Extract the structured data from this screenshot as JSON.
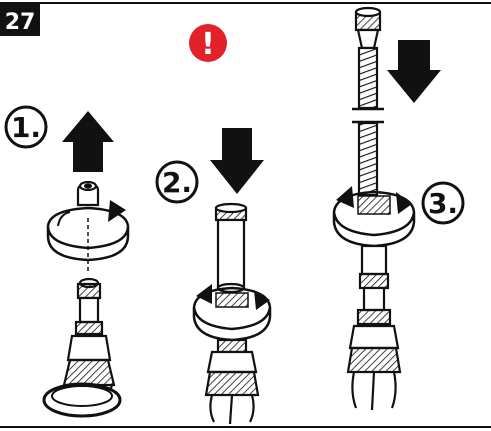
{
  "figure": {
    "number": "27",
    "warning_glyph": "!",
    "colors": {
      "line": "#111111",
      "warning": "#e2222b",
      "badge": "#111111",
      "fill": "#ffffff"
    }
  },
  "steps": [
    {
      "label": "1.",
      "action": "pull-up",
      "icon": "arrow-up-icon"
    },
    {
      "label": "2.",
      "action": "push-down",
      "icon": "arrow-down-icon"
    },
    {
      "label": "3.",
      "action": "push-down",
      "icon": "arrow-down-icon"
    }
  ]
}
